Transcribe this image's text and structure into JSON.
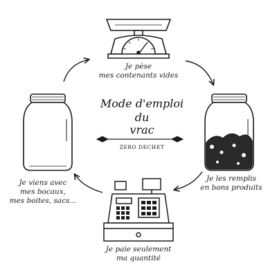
{
  "diagram": {
    "title": {
      "line1": "Mode d'emploi",
      "line2": "du",
      "line3": "vrac"
    },
    "subtitle": "ZERO DECHET",
    "steps": [
      {
        "id": "scale",
        "icon": "scale-icon",
        "caption": [
          "Je pèse",
          "mes contenants vides"
        ]
      },
      {
        "id": "full-jar",
        "icon": "full-jar-icon",
        "caption": [
          "Je les remplis",
          "en bons produits"
        ]
      },
      {
        "id": "register",
        "icon": "cash-register-icon",
        "caption": [
          "Je paie seulement",
          "ma quantité"
        ]
      },
      {
        "id": "empty-jar",
        "icon": "empty-jar-icon",
        "caption": [
          "Je viens avec",
          "mes bocaux,",
          "mes boites, sacs..."
        ]
      }
    ],
    "arrow_icon": "curved-arrow-icon"
  }
}
